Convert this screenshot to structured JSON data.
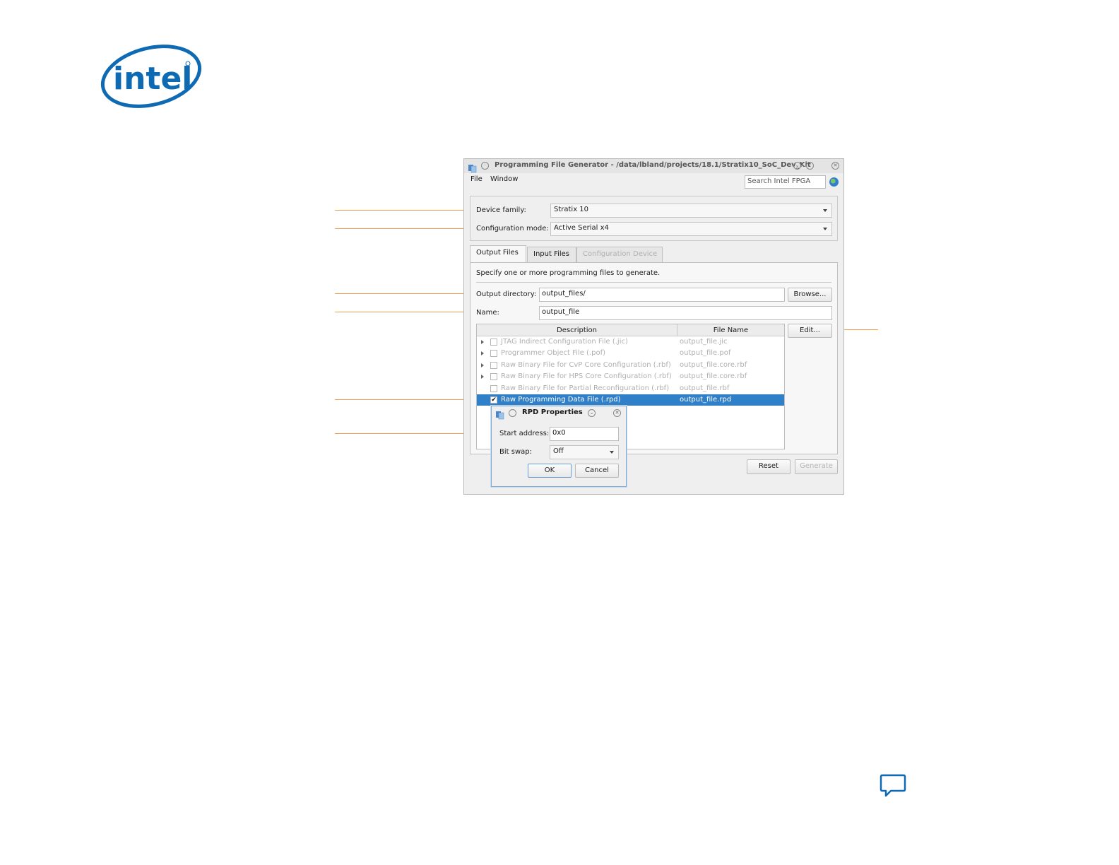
{
  "window": {
    "title": "Programming File Generator - /data/lbland/projects/18.1/Stratix10_SoC_Dev_Kit",
    "menu": [
      "File",
      "Window"
    ],
    "search_placeholder": "Search Intel FPGA"
  },
  "device": {
    "family_label": "Device family:",
    "family_value": "Stratix 10",
    "mode_label": "Configuration mode:",
    "mode_value": "Active Serial x4"
  },
  "tabs": [
    {
      "label": "Output Files",
      "state": "active"
    },
    {
      "label": "Input Files",
      "state": "normal"
    },
    {
      "label": "Configuration Device",
      "state": "disabled"
    }
  ],
  "output": {
    "instruction": "Specify one or more programming files to generate.",
    "dir_label": "Output directory:",
    "dir_value": "output_files/",
    "browse_label": "Browse...",
    "name_label": "Name:",
    "name_value": "output_file",
    "edit_label": "Edit..."
  },
  "table": {
    "columns": [
      "Description",
      "File Name"
    ],
    "rows": [
      {
        "description": "JTAG Indirect Configuration File (.jic)",
        "file": "output_file.jic",
        "expandable": true,
        "checked": false,
        "selected": false
      },
      {
        "description": "Programmer Object File (.pof)",
        "file": "output_file.pof",
        "expandable": true,
        "checked": false,
        "selected": false
      },
      {
        "description": "Raw Binary File for CvP Core Configuration (.rbf)",
        "file": "output_file.core.rbf",
        "expandable": true,
        "checked": false,
        "selected": false
      },
      {
        "description": "Raw Binary File for HPS Core Configuration (.rbf)",
        "file": "output_file.core.rbf",
        "expandable": true,
        "checked": false,
        "selected": false
      },
      {
        "description": "Raw Binary File for Partial Reconfiguration (.rbf)",
        "file": "output_file.rbf",
        "expandable": false,
        "checked": false,
        "selected": false
      },
      {
        "description": "Raw Programming Data File (.rpd)",
        "file": "output_file.rpd",
        "expandable": false,
        "checked": true,
        "selected": true
      }
    ]
  },
  "footer": {
    "reset_label": "Reset",
    "generate_label": "Generate"
  },
  "dialog": {
    "title": "RPD Properties",
    "start_label": "Start address:",
    "start_value": "0x0",
    "bitswap_label": "Bit swap:",
    "bitswap_value": "Off",
    "ok_label": "OK",
    "cancel_label": "Cancel"
  },
  "colors": {
    "callout": "#f0a050",
    "selection": "#2f80c8",
    "intel_blue": "#0f6ab4"
  },
  "icons": [
    "intel-logo",
    "app-icon",
    "globe-icon",
    "feedback-chat-icon"
  ]
}
